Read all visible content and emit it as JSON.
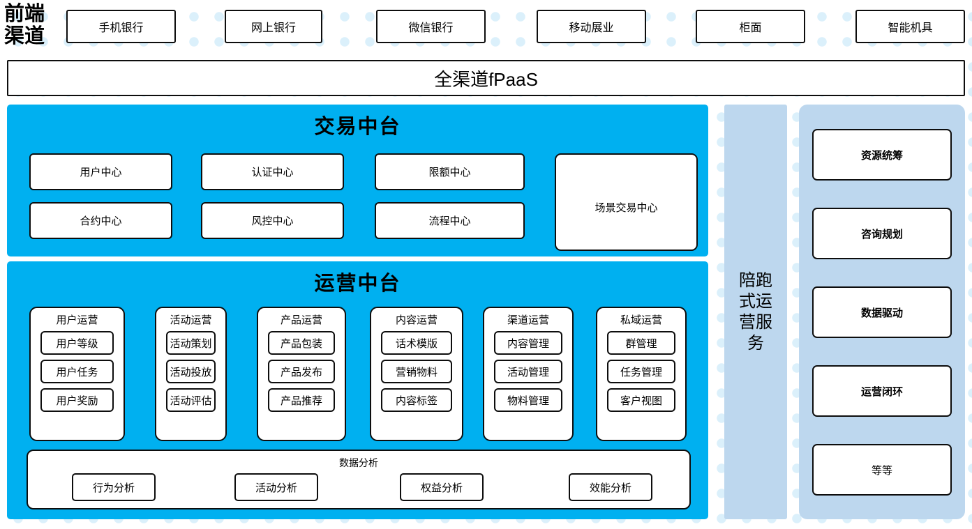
{
  "colors": {
    "cyan_panel": "#00b0f0",
    "light_blue_panel": "#bdd7ee",
    "box_border": "#0d0d0d",
    "box_fill": "#ffffff",
    "dot_pattern": "#dbf0fb"
  },
  "channels": {
    "label": "前端渠道",
    "items": [
      {
        "label": "手机银行"
      },
      {
        "label": "网上银行"
      },
      {
        "label": "微信银行"
      },
      {
        "label": "移动展业"
      },
      {
        "label": "柜面"
      },
      {
        "label": "智能机具"
      }
    ]
  },
  "platform_bar": {
    "label": "全渠道fPaaS"
  },
  "trade_platform": {
    "title": "交易中台",
    "centers": [
      {
        "label": "用户中心"
      },
      {
        "label": "认证中心"
      },
      {
        "label": "限额中心"
      },
      {
        "label": "合约中心"
      },
      {
        "label": "风控中心"
      },
      {
        "label": "流程中心"
      }
    ],
    "scene_center": {
      "label": "场景交易中心"
    }
  },
  "ops_platform": {
    "title": "运营中台",
    "groups": [
      {
        "title": "用户运营",
        "items": [
          {
            "label": "用户等级"
          },
          {
            "label": "用户任务"
          },
          {
            "label": "用户奖励"
          }
        ]
      },
      {
        "title": "活动运营",
        "items": [
          {
            "label": "活动策划"
          },
          {
            "label": "活动投放"
          },
          {
            "label": "活动评估"
          }
        ]
      },
      {
        "title": "产品运营",
        "items": [
          {
            "label": "产品包装"
          },
          {
            "label": "产品发布"
          },
          {
            "label": "产品推荐"
          }
        ]
      },
      {
        "title": "内容运营",
        "items": [
          {
            "label": "话术模版"
          },
          {
            "label": "营销物料"
          },
          {
            "label": "内容标签"
          }
        ]
      },
      {
        "title": "渠道运营",
        "items": [
          {
            "label": "内容管理"
          },
          {
            "label": "活动管理"
          },
          {
            "label": "物料管理"
          }
        ]
      },
      {
        "title": "私域运营",
        "items": [
          {
            "label": "群管理"
          },
          {
            "label": "任务管理"
          },
          {
            "label": "客户视图"
          }
        ]
      }
    ],
    "data_analysis": {
      "title": "数据分析",
      "items": [
        {
          "label": "行为分析"
        },
        {
          "label": "活动分析"
        },
        {
          "label": "权益分析"
        },
        {
          "label": "效能分析"
        }
      ]
    }
  },
  "accompany_service": {
    "label": "陪跑式运营服务"
  },
  "services": {
    "items": [
      {
        "label": "资源统筹",
        "bold": true
      },
      {
        "label": "咨询规划",
        "bold": true
      },
      {
        "label": "数据驱动",
        "bold": true
      },
      {
        "label": "运营闭环",
        "bold": true
      },
      {
        "label": "等等",
        "bold": false
      }
    ]
  }
}
